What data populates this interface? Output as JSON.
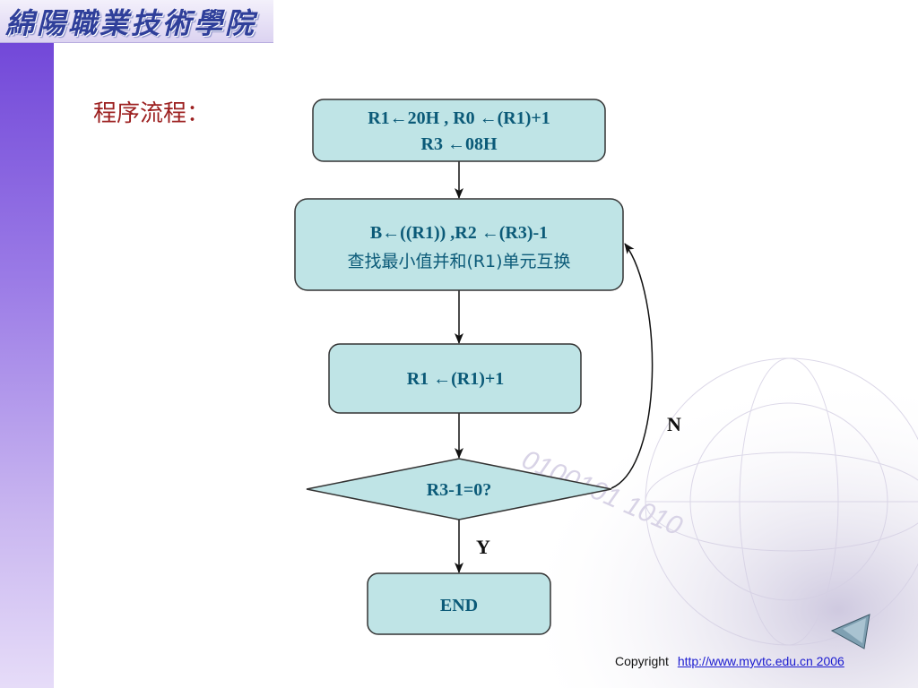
{
  "header": {
    "logo_text": "綿陽職業技術學院"
  },
  "page": {
    "heading": "程序流程："
  },
  "flowchart": {
    "nodes": [
      {
        "id": "init",
        "shape": "rounded-rect",
        "lines": [
          "R1←20H , R0 ←(R1)+1",
          "R3 ←08H"
        ]
      },
      {
        "id": "swap",
        "shape": "rounded-rect",
        "lines": [
          "B←((R1)) ,R2 ←(R3)-1",
          "查找最小值并和(R1)单元互换"
        ]
      },
      {
        "id": "inc",
        "shape": "rounded-rect",
        "lines": [
          "R1 ←(R1)+1"
        ]
      },
      {
        "id": "test",
        "shape": "diamond",
        "lines": [
          "R3-1=0?"
        ]
      },
      {
        "id": "end",
        "shape": "rounded-rect",
        "lines": [
          "END"
        ]
      }
    ],
    "edges": [
      {
        "from": "init",
        "to": "swap",
        "label": ""
      },
      {
        "from": "swap",
        "to": "inc",
        "label": ""
      },
      {
        "from": "inc",
        "to": "test",
        "label": ""
      },
      {
        "from": "test",
        "to": "end",
        "label": "Y"
      },
      {
        "from": "test",
        "to": "swap",
        "label": "N"
      }
    ],
    "node_fill": "#bfe4e6",
    "node_stroke": "#333333",
    "text_color": "#0b5a78"
  },
  "background_decor_text": "0100101 1010",
  "footer": {
    "copyright_label": "Copyright",
    "link_text": "http://www.myvtc.edu.cn",
    "year": "2006"
  },
  "colors": {
    "strip": "#7a52dc",
    "heading": "#9c1f1f",
    "link": "#1a1ad0"
  }
}
